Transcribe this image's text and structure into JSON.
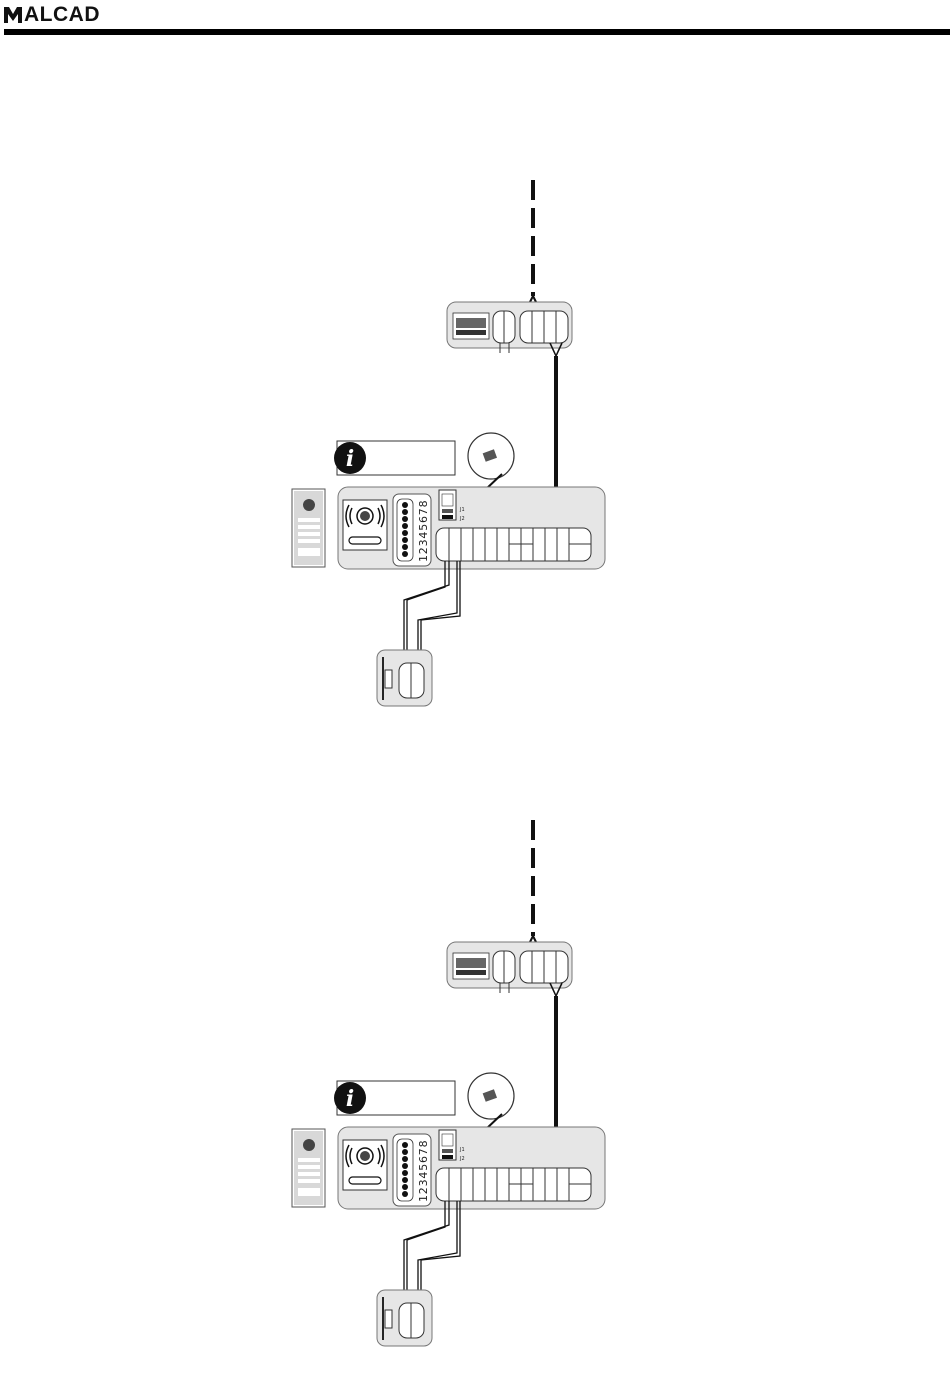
{
  "header": {
    "brand": "ALCAD",
    "logo_icon": "alcad-logo-icon"
  },
  "diagrams": [
    {
      "panel": {
        "button_numbers": "12345678"
      },
      "jumpers": {
        "j1_label": "J1",
        "j2_label": "J2"
      },
      "info_icon": "info-icon",
      "detail_icon": "jumper-detail-icon"
    },
    {
      "panel": {
        "button_numbers": "12345678"
      },
      "jumpers": {
        "j1_label": "J1",
        "j2_label": "J2"
      },
      "info_icon": "info-icon",
      "detail_icon": "jumper-detail-icon"
    }
  ]
}
